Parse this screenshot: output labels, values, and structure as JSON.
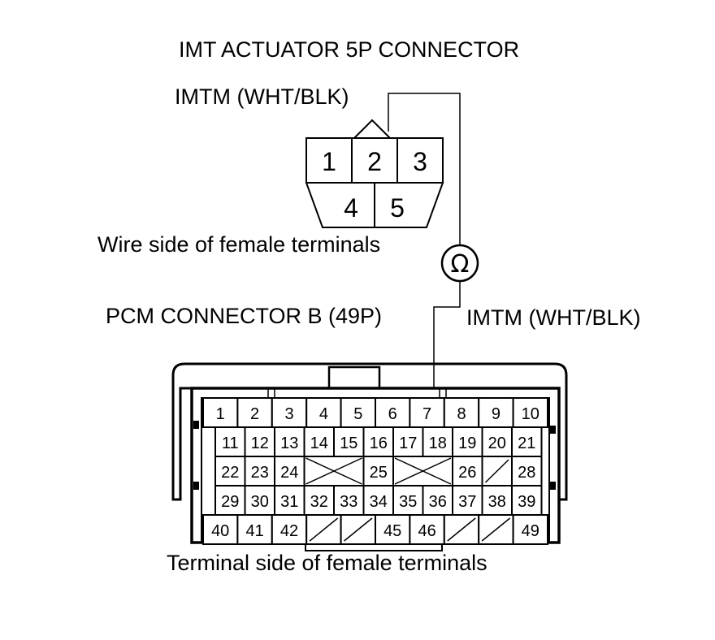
{
  "imt": {
    "title": "IMT ACTUATOR 5P CONNECTOR",
    "wire_label": "IMTM (WHT/BLK)",
    "caption": "Wire side of female terminals",
    "pins_top": [
      "1",
      "2",
      "3"
    ],
    "pins_bottom": [
      "4",
      "5"
    ]
  },
  "meter": {
    "symbol": "Ω"
  },
  "pcm": {
    "title": "PCM CONNECTOR B (49P)",
    "wire_label": "IMTM (WHT/BLK)",
    "caption": "Terminal side of female terminals",
    "rows": [
      [
        "1",
        "2",
        "3",
        "4",
        "5",
        "6",
        "7",
        "8",
        "9",
        "10"
      ],
      [
        "11",
        "12",
        "13",
        "14",
        "15",
        "16",
        "17",
        "18",
        "19",
        "20",
        "21"
      ],
      [
        "22",
        "23",
        "24",
        "25",
        "26",
        "28"
      ],
      [
        "29",
        "30",
        "31",
        "32",
        "33",
        "34",
        "35",
        "36",
        "37",
        "38",
        "39"
      ],
      [
        "40",
        "41",
        "42",
        "45",
        "46",
        "49"
      ]
    ]
  }
}
